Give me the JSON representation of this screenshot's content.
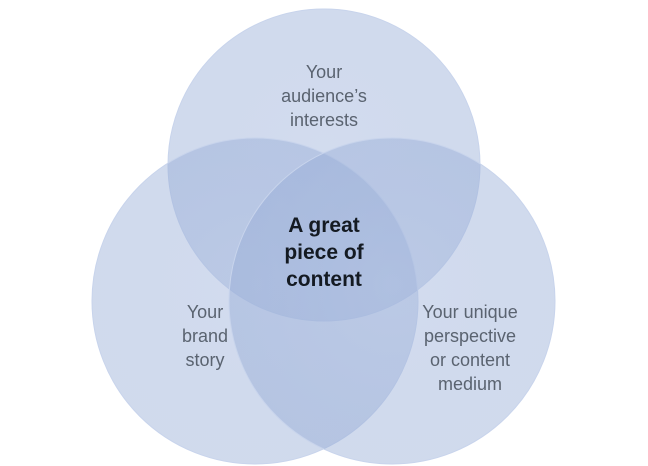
{
  "circles": [
    {
      "id": "top",
      "label": "Your\naudience’s\ninterests"
    },
    {
      "id": "left",
      "label": "Your\nbrand\nstory"
    },
    {
      "id": "right",
      "label": "Your unique\nperspective\nor content\nmedium"
    }
  ],
  "center_label": "A great\npiece of\ncontent",
  "colors": {
    "circle_fill": "#9bb0d8",
    "circle_edge": "#c8d4ec",
    "label_text": "#5a6370",
    "center_text": "#141a22"
  }
}
